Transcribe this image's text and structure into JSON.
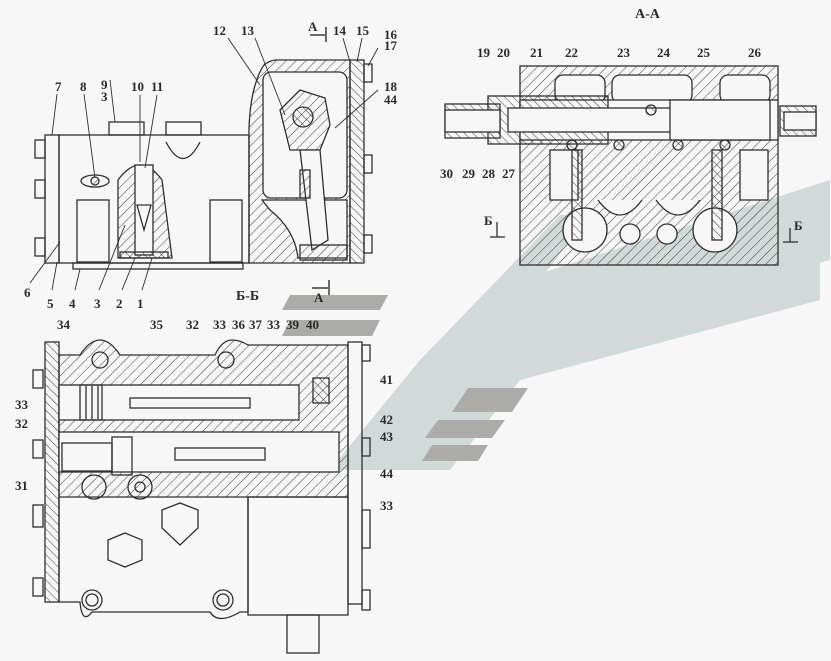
{
  "figure": {
    "type": "technical assembly drawing",
    "colors": {
      "background": "#f7f7f7",
      "line": "#2f2f2f",
      "watermark_light": "#cfd9d7",
      "watermark_dark": "#a7a8a5"
    }
  },
  "views": {
    "main_view": {
      "labels_bottom": [
        "6",
        "5",
        "4",
        "3",
        "2",
        "1"
      ],
      "labels_top": [
        "7",
        "8",
        "9",
        "3",
        "10",
        "11",
        "12",
        "13",
        "14",
        "15",
        "16",
        "17",
        "18",
        "44"
      ],
      "section_marker_top": "A",
      "section_marker_bottom": "A"
    },
    "section_aa": {
      "title": "А-А",
      "labels_top": [
        "19",
        "20",
        "21",
        "22",
        "23",
        "24",
        "25",
        "26"
      ],
      "labels_bottom": [
        "30",
        "29",
        "28",
        "27"
      ],
      "section_marker_left": "Б",
      "section_marker_right": "Б"
    },
    "section_bb": {
      "title": "Б-Б",
      "labels_top": [
        "34",
        "35",
        "32",
        "33",
        "36",
        "37",
        "33",
        "39",
        "40"
      ],
      "labels_left": [
        "33",
        "32",
        "31"
      ],
      "labels_right": [
        "41",
        "42",
        "43",
        "44",
        "33"
      ]
    }
  }
}
